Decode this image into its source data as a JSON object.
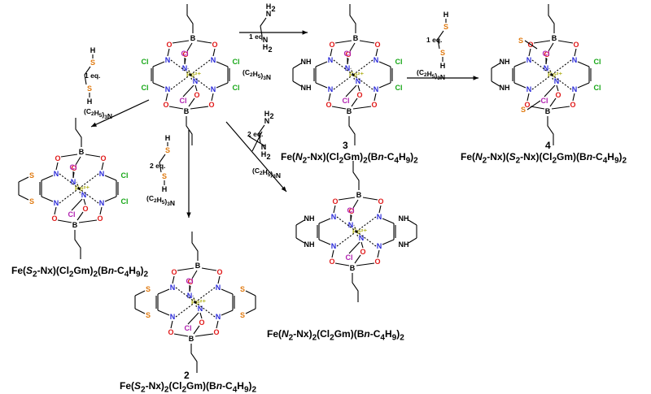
{
  "colors": {
    "N": "#2a2ad8",
    "O": "#e01818",
    "Cl": "#16a616",
    "B": "#000000",
    "S": "#e07a10",
    "Fe": "#b0b020",
    "axial_Cl": "#b020b0"
  },
  "captions": {
    "c3_num": "3",
    "c3_formula": "Fe(N2-Nx)(Cl2Gm)2(Bn-C4H9)2",
    "c4_num": "4",
    "c4_formula": "Fe(N2-Nx)(S2-Nx)(Cl2Gm)(Bn-C4H9)2",
    "left_formula": "Fe(S2-Nx)(Cl2Gm)2(Bn-C4H9)2",
    "c2_num": "2",
    "c2_formula": "Fe(S2-Nx)2(Cl2Gm)(Bn-C4H9)2",
    "mid_formula": "Fe(N2-Nx)2(Cl2Gm)(Bn-C4H9)2"
  },
  "conditions": {
    "r1": {
      "eq": "1 eq.",
      "base": "(C2H5)3N"
    },
    "r2": {
      "eq": "1 eq.",
      "base": "(C2H5)3N"
    },
    "r3": {
      "eq": "1 eq.",
      "base": "(C2H5)3N"
    },
    "r4": {
      "eq": "2 eq.",
      "base": "(C2H5)3N"
    },
    "r5": {
      "eq": "2 eq.",
      "base": "(C2H5)3N"
    }
  },
  "atoms": {
    "N": "N",
    "O": "O",
    "Cl": "Cl",
    "B": "B",
    "S": "S",
    "H": "H",
    "Fe": "Fe²⁺"
  }
}
